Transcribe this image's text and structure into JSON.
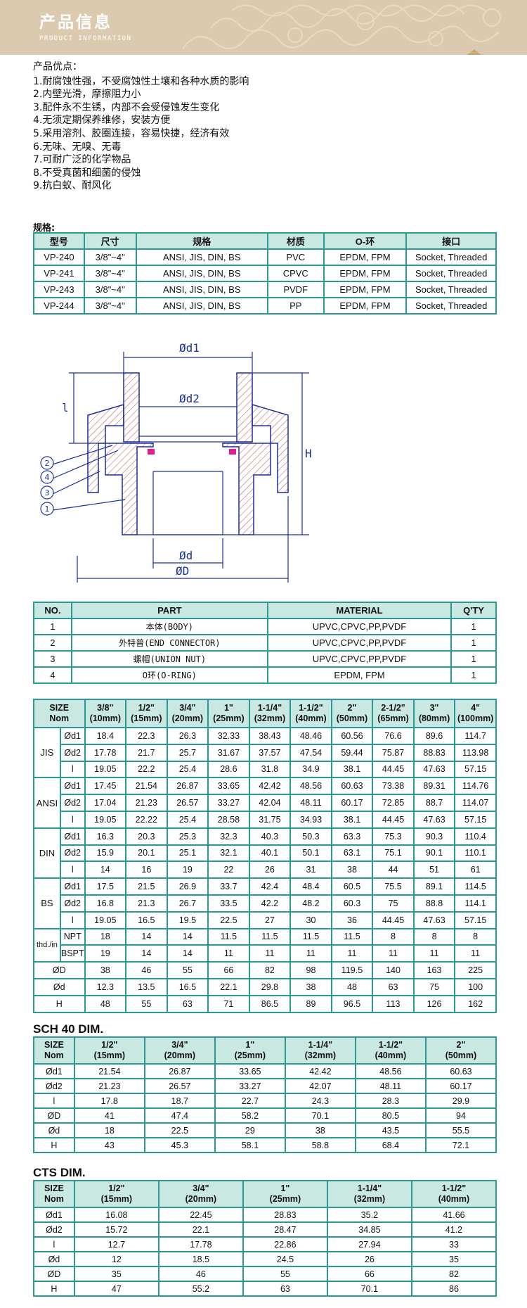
{
  "banner": {
    "title": "产品信息",
    "subtitle": "PRODUCT INFORMATION"
  },
  "advantages": {
    "heading": "产品优点：",
    "items": [
      "1.耐腐蚀性强，不受腐蚀性土壤和各种水质的影响",
      "2.内壁光滑，摩擦阻力小",
      "3.配件永不生锈，内部不会受侵蚀发生变化",
      "4.无须定期保养维修，安装方便",
      "5.采用溶剂、胶圈连接，容易快捷，经济有效",
      "6.无味、无嗅、无毒",
      "7.可耐广泛的化学物品",
      "8.不受真菌和细菌的侵蚀",
      "9.抗白蚁、耐风化"
    ]
  },
  "spec": {
    "label": "规格:",
    "headers": [
      "型号",
      "尺寸",
      "规格",
      "材质",
      "O-环",
      "接口"
    ],
    "rows": [
      [
        "VP-240",
        "3/8\"~4\"",
        "ANSI, JIS, DIN, BS",
        "PVC",
        "EPDM, FPM",
        "Socket, Threaded"
      ],
      [
        "VP-241",
        "3/8\"~4\"",
        "ANSI, JIS, DIN, BS",
        "CPVC",
        "EPDM, FPM",
        "Socket, Threaded"
      ],
      [
        "VP-243",
        "3/8\"~4\"",
        "ANSI, JIS, DIN, BS",
        "PVDF",
        "EPDM, FPM",
        "Socket, Threaded"
      ],
      [
        "VP-244",
        "3/8\"~4\"",
        "ANSI, JIS, DIN, BS",
        "PP",
        "EPDM, FPM",
        "Socket, Threaded"
      ]
    ]
  },
  "drawing": {
    "labels": {
      "d1": "Ød1",
      "d2": "Ød2",
      "d": "Ød",
      "D": "ØD",
      "l": "l",
      "H": "H"
    },
    "callouts": [
      "2",
      "4",
      "3",
      "1"
    ]
  },
  "parts": {
    "headers": [
      "NO.",
      "PART",
      "MATERIAL",
      "Q'TY"
    ],
    "rows": [
      [
        "1",
        "本体(BODY)",
        "UPVC,CPVC,PP,PVDF",
        "1"
      ],
      [
        "2",
        "外特普(END CONNECTOR)",
        "UPVC,CPVC,PP,PVDF",
        "1"
      ],
      [
        "3",
        "螺帽(UNION NUT)",
        "UPVC,CPVC,PP,PVDF",
        "1"
      ],
      [
        "4",
        "O环(O-RING)",
        "EPDM, FPM",
        "1"
      ]
    ]
  },
  "dim": {
    "corner": [
      "SIZE",
      "Nom"
    ],
    "sizes": [
      [
        "3/8\"",
        "(10mm)"
      ],
      [
        "1/2\"",
        "(15mm)"
      ],
      [
        "3/4\"",
        "(20mm)"
      ],
      [
        "1\"",
        "(25mm)"
      ],
      [
        "1-1/4\"",
        "(32mm)"
      ],
      [
        "1-1/2\"",
        "(40mm)"
      ],
      [
        "2\"",
        "(50mm)"
      ],
      [
        "2-1/2\"",
        "(65mm)"
      ],
      [
        "3\"",
        "(80mm)"
      ],
      [
        "4\"",
        "(100mm)"
      ]
    ],
    "groups": [
      {
        "name": "JIS",
        "rows": [
          [
            "Ød1",
            "18.4",
            "22.3",
            "26.3",
            "32.33",
            "38.43",
            "48.46",
            "60.56",
            "76.6",
            "89.6",
            "114.7"
          ],
          [
            "Ød2",
            "17.78",
            "21.7",
            "25.7",
            "31.67",
            "37.57",
            "47.54",
            "59.44",
            "75.87",
            "88.83",
            "113.98"
          ],
          [
            "l",
            "19.05",
            "22.2",
            "25.4",
            "28.6",
            "31.8",
            "34.9",
            "38.1",
            "44.45",
            "47.63",
            "57.15"
          ]
        ]
      },
      {
        "name": "ANSI",
        "rows": [
          [
            "Ød1",
            "17.45",
            "21.54",
            "26.87",
            "33.65",
            "42.42",
            "48.56",
            "60.63",
            "73.38",
            "89.31",
            "114.76"
          ],
          [
            "Ød2",
            "17.04",
            "21.23",
            "26.57",
            "33.27",
            "42.04",
            "48.11",
            "60.17",
            "72.85",
            "88.7",
            "114.07"
          ],
          [
            "l",
            "19.05",
            "22.22",
            "25.4",
            "28.58",
            "31.75",
            "34.93",
            "38.1",
            "44.45",
            "47.63",
            "57.15"
          ]
        ]
      },
      {
        "name": "DIN",
        "rows": [
          [
            "Ød1",
            "16.3",
            "20.3",
            "25.3",
            "32.3",
            "40.3",
            "50.3",
            "63.3",
            "75.3",
            "90.3",
            "110.4"
          ],
          [
            "Ød2",
            "15.9",
            "20.1",
            "25.1",
            "32.1",
            "40.1",
            "50.1",
            "63.1",
            "75.1",
            "90.1",
            "110.1"
          ],
          [
            "l",
            "14",
            "16",
            "19",
            "22",
            "26",
            "31",
            "38",
            "44",
            "51",
            "61"
          ]
        ]
      },
      {
        "name": "BS",
        "rows": [
          [
            "Ød1",
            "17.5",
            "21.5",
            "26.9",
            "33.7",
            "42.4",
            "48.4",
            "60.5",
            "75.5",
            "89.1",
            "114.5"
          ],
          [
            "Ød2",
            "16.8",
            "21.3",
            "26.7",
            "33.5",
            "42.2",
            "48.2",
            "60.3",
            "75",
            "88.8",
            "114.1"
          ],
          [
            "l",
            "19.05",
            "16.5",
            "19.5",
            "22.5",
            "27",
            "30",
            "36",
            "44.45",
            "47.63",
            "57.15"
          ]
        ]
      },
      {
        "name": "thd./in",
        "rows": [
          [
            "NPT",
            "18",
            "14",
            "14",
            "11.5",
            "11.5",
            "11.5",
            "11.5",
            "8",
            "8",
            "8"
          ],
          [
            "BSPT",
            "19",
            "14",
            "14",
            "11",
            "11",
            "11",
            "11",
            "11",
            "11",
            "11"
          ]
        ]
      }
    ],
    "single_rows": [
      [
        "ØD",
        "38",
        "46",
        "55",
        "66",
        "82",
        "98",
        "119.5",
        "140",
        "163",
        "225"
      ],
      [
        "Ød",
        "12.3",
        "13.5",
        "16.5",
        "22.1",
        "29.8",
        "38",
        "48",
        "63",
        "75",
        "100"
      ],
      [
        "H",
        "48",
        "55",
        "63",
        "71",
        "86.5",
        "89",
        "96.5",
        "113",
        "126",
        "162"
      ]
    ]
  },
  "sch40": {
    "title": "SCH 40 DIM.",
    "corner": [
      "SIZE",
      "Nom"
    ],
    "sizes": [
      [
        "1/2\"",
        "(15mm)"
      ],
      [
        "3/4\"",
        "(20mm)"
      ],
      [
        "1\"",
        "(25mm)"
      ],
      [
        "1-1/4\"",
        "(32mm)"
      ],
      [
        "1-1/2\"",
        "(40mm)"
      ],
      [
        "2\"",
        "(50mm)"
      ]
    ],
    "rows": [
      [
        "Ød1",
        "21.54",
        "26.87",
        "33.65",
        "42.42",
        "48.56",
        "60.63"
      ],
      [
        "Ød2",
        "21.23",
        "26.57",
        "33.27",
        "42.07",
        "48.11",
        "60.17"
      ],
      [
        "l",
        "17.8",
        "18.7",
        "22.7",
        "24.3",
        "28.3",
        "29.9"
      ],
      [
        "ØD",
        "41",
        "47.4",
        "58.2",
        "70.1",
        "80.5",
        "94"
      ],
      [
        "Ød",
        "18",
        "22.5",
        "29",
        "38",
        "43.5",
        "55.5"
      ],
      [
        "H",
        "43",
        "45.3",
        "58.1",
        "58.8",
        "68.4",
        "72.1"
      ]
    ]
  },
  "cts": {
    "title": "CTS DIM.",
    "corner": [
      "SIZE",
      "Nom"
    ],
    "sizes": [
      [
        "1/2\"",
        "(15mm)"
      ],
      [
        "3/4\"",
        "(20mm)"
      ],
      [
        "1\"",
        "(25mm)"
      ],
      [
        "1-1/4\"",
        "(32mm)"
      ],
      [
        "1-1/2\"",
        "(40mm)"
      ]
    ],
    "rows": [
      [
        "Ød1",
        "16.08",
        "22.45",
        "28.83",
        "35.2",
        "41.66"
      ],
      [
        "Ød2",
        "15.72",
        "22.1",
        "28.47",
        "34.85",
        "41.2"
      ],
      [
        "l",
        "12.7",
        "17.78",
        "22.86",
        "27.94",
        "33"
      ],
      [
        "Ød",
        "12",
        "18.5",
        "24.5",
        "26",
        "35"
      ],
      [
        "ØD",
        "35",
        "46",
        "55",
        "66",
        "82"
      ],
      [
        "H",
        "47",
        "55.2",
        "63",
        "70.1",
        "86"
      ]
    ]
  },
  "colors": {
    "table_border": "#2a9a92",
    "header_bg": "#c9e8e2",
    "banner_bg": "#dccab0",
    "drawing_line": "#1a2fa0",
    "oring": "#e0208a"
  }
}
